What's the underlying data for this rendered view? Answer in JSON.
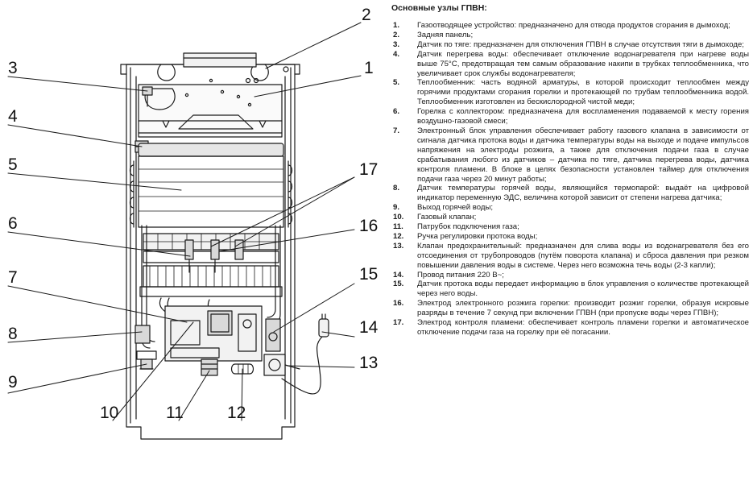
{
  "legend": {
    "title": "Основные узлы ГПВН:",
    "items": [
      {
        "num": "1.",
        "text": "Газоотводящее устройство: предназначено для отвода продуктов сгорания в дымоход;"
      },
      {
        "num": "2.",
        "text": "Задняя панель;"
      },
      {
        "num": "3.",
        "text": "Датчик по тяге: предназначен для отключения ГПВН в случае отсутствия тяги в дымоходе;"
      },
      {
        "num": "4.",
        "text": "Датчик перегрева воды: обеспечивает отключение водонагревателя при нагреве воды выше 75°С, предотвращая тем самым образование накипи в трубках теплообменника, что увеличивает срок службы водонагревателя;"
      },
      {
        "num": "5.",
        "text": "Теплообменник: часть водяной арматуры, в которой происходит теплообмен между горячими продуктами сгорания горелки и протекающей по трубам теплообменника водой. Теплообменник изготовлен из бескислородной чистой меди;"
      },
      {
        "num": "6.",
        "text": "Горелка с коллектором: предназначена для воспламенения подаваемой к месту горения воздушно-газовой смеси;"
      },
      {
        "num": "7.",
        "text": "Электронный блок управления обеспечивает работу газового клапана в зависимости от сигнала датчика протока воды и датчика температуры воды на выходе и подаче импульсов напряжения на электроды розжига, а также для отключения подачи газа в случае срабатывания любого из датчиков – датчика по тяге, датчика перегрева воды, датчика контроля пламени. В блоке в целях безопасности установлен таймер для отключения подачи газа через 20 минут работы;"
      },
      {
        "num": "8.",
        "text": "Датчик температуры горячей воды, являющийся термопарой: выдаёт на цифровой индикатор переменную ЭДС, величина которой зависит от степени нагрева датчика;"
      },
      {
        "num": "9.",
        "text": "Выход горячей воды;"
      },
      {
        "num": "10.",
        "text": "Газовый клапан;"
      },
      {
        "num": "11.",
        "text": "Патрубок подключения газа;"
      },
      {
        "num": "12.",
        "text": "Ручка регулировки протока воды;"
      },
      {
        "num": "13.",
        "text": "Клапан предохранительный: предназначен для слива воды из водонагревателя без его отсоединения от трубопроводов (путём поворота клапана) и сброса давления при резком повышении давления воды в системе. Через него возможна течь воды (2-3 капли);"
      },
      {
        "num": "14.",
        "text": "Провод питания 220 В~;"
      },
      {
        "num": "15.",
        "text": "Датчик протока воды передает информацию в блок управления о количестве протекающей через него воды."
      },
      {
        "num": "16.",
        "text": "Электрод электронного розжига горелки: производит розжиг горелки, образуя искровые разряды в течение 7 секунд при включении ГПВН (при пропуске воды через ГПВН);"
      },
      {
        "num": "17.",
        "text": "Электрод контроля пламени: обеспечивает контроль пламени горелки и автоматическое отключение подачи газа на горелку при её погасании."
      }
    ]
  },
  "callouts": {
    "c1": "1",
    "c2": "2",
    "c3": "3",
    "c4": "4",
    "c5": "5",
    "c6": "6",
    "c7": "7",
    "c8": "8",
    "c9": "9",
    "c10": "10",
    "c11": "11",
    "c12": "12",
    "c13": "13",
    "c14": "14",
    "c15": "15",
    "c16": "16",
    "c17": "17"
  },
  "colors": {
    "line": "#1a1a1a",
    "shade": "#d9d9d9",
    "panel": "#f2f2f2"
  }
}
